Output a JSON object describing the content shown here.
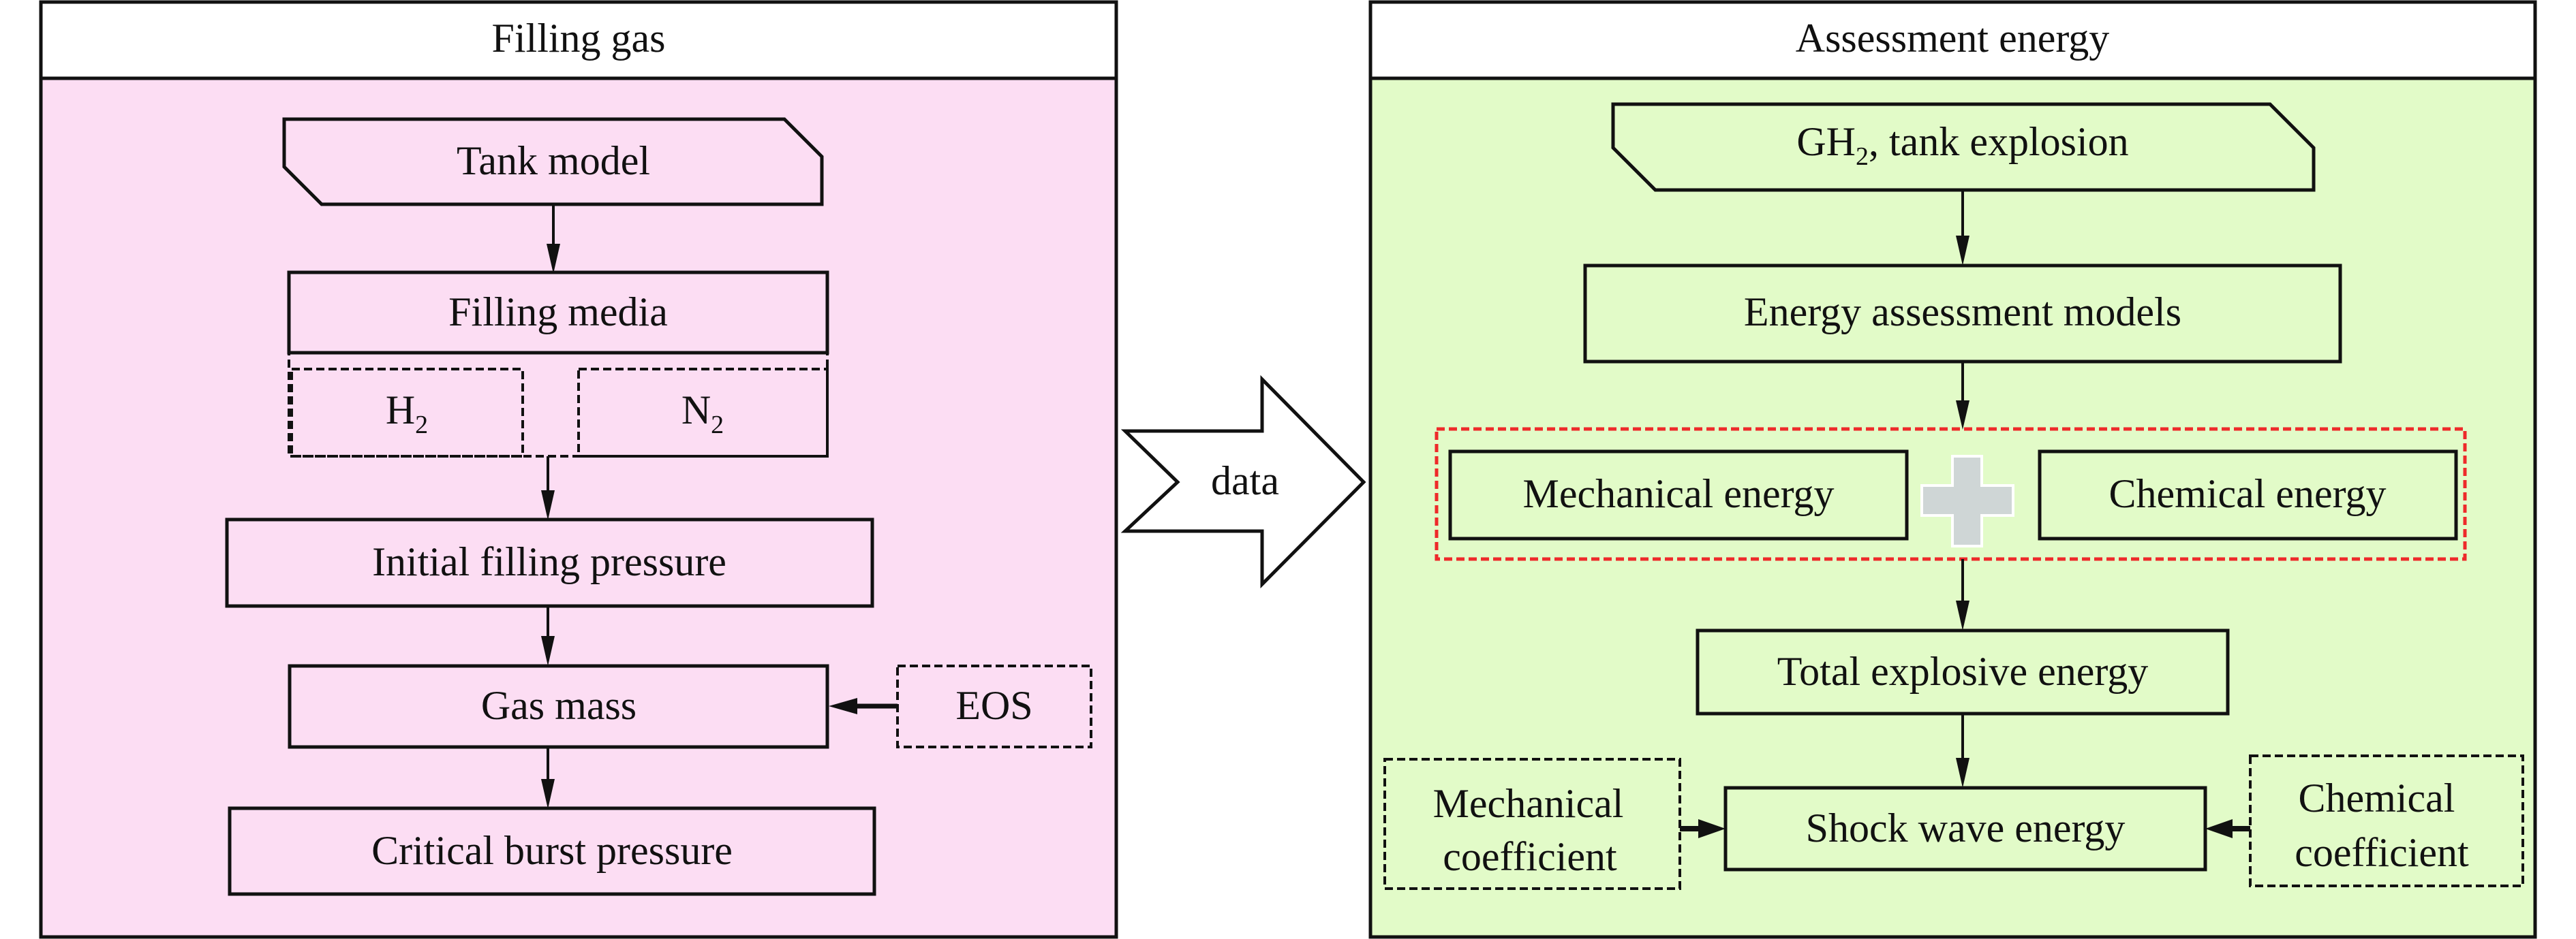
{
  "colors": {
    "left_panel_bg": "#FCDDF3",
    "right_panel_bg": "#E2FBC8",
    "header_bg": "#FFFFFF",
    "group_outline": "#EE2A2A",
    "plus_sign": "#CFD6D6",
    "stroke": "#111111"
  },
  "left_panel": {
    "title": "Filling gas",
    "tank_model": "Tank model",
    "filling_media": "Filling media",
    "media_options": [
      {
        "base": "H",
        "sub": "2"
      },
      {
        "base": "N",
        "sub": "2"
      }
    ],
    "initial_filling_pressure": "Initial filling pressure",
    "gas_mass": "Gas mass",
    "eos": "EOS",
    "critical_burst_pressure": "Critical burst pressure"
  },
  "connector": {
    "label": "data"
  },
  "right_panel": {
    "title": "Assessment energy",
    "input": {
      "prefix": "GH",
      "sub": "2",
      "suffix": ", tank explosion"
    },
    "energy_models": "Energy assessment models",
    "mechanical_energy": "Mechanical energy",
    "plus_icon": "plus",
    "chemical_energy": "Chemical energy",
    "total_explosive_energy": "Total explosive energy",
    "shock_wave_energy": "Shock wave energy",
    "mechanical_coefficient": [
      "Mechanical",
      "coefficient"
    ],
    "chemical_coefficient": [
      "Chemical",
      "coefficient"
    ]
  }
}
